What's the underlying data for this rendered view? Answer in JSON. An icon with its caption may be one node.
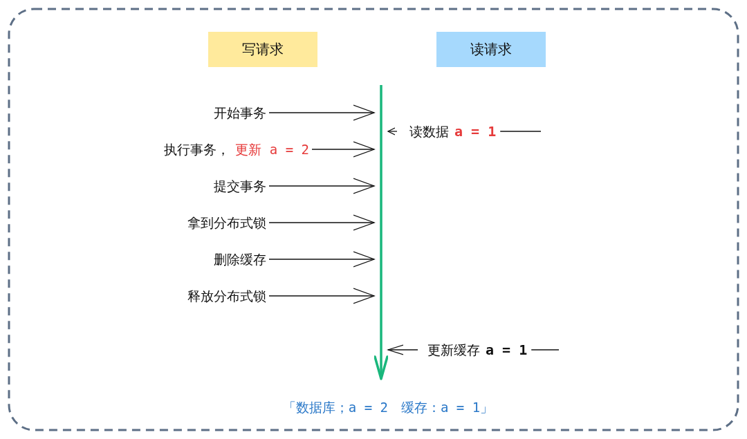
{
  "diagram": {
    "nodes": [
      {
        "text": [
          "写请求"
        ]
      },
      {
        "text": [
          "读请求"
        ]
      },
      {
        "text": [],
        "shape": "bar"
      },
      {
        "text": [
          "开始事务"
        ]
      },
      {
        "text": [
          "执行事务，",
          "更新 a = 2"
        ]
      },
      {
        "text": [
          "提交事务"
        ]
      },
      {
        "text": [
          "拿到分布式锁"
        ]
      },
      {
        "text": [
          "删除缓存"
        ]
      },
      {
        "text": [
          "释放分布式锁"
        ]
      },
      {
        "text": [
          "读数据",
          "a = 1"
        ]
      },
      {
        "text": [
          "更新缓存",
          "a = 1"
        ]
      }
    ],
    "edges": [
      {
        "from": 3,
        "to": 2,
        "arrow": "to"
      },
      {
        "from": 4,
        "to": 2,
        "arrow": "to"
      },
      {
        "from": 5,
        "to": 2,
        "arrow": "to"
      },
      {
        "from": 6,
        "to": 2,
        "arrow": "to"
      },
      {
        "from": 7,
        "to": 2,
        "arrow": "to"
      },
      {
        "from": 8,
        "to": 2,
        "arrow": "to"
      },
      {
        "from": 9,
        "to": 2,
        "arrow": "to"
      },
      {
        "from": 10,
        "to": 2,
        "arrow": "to"
      }
    ],
    "labels": [
      "「数据库；a = 2　缓存：a = 1」"
    ]
  }
}
